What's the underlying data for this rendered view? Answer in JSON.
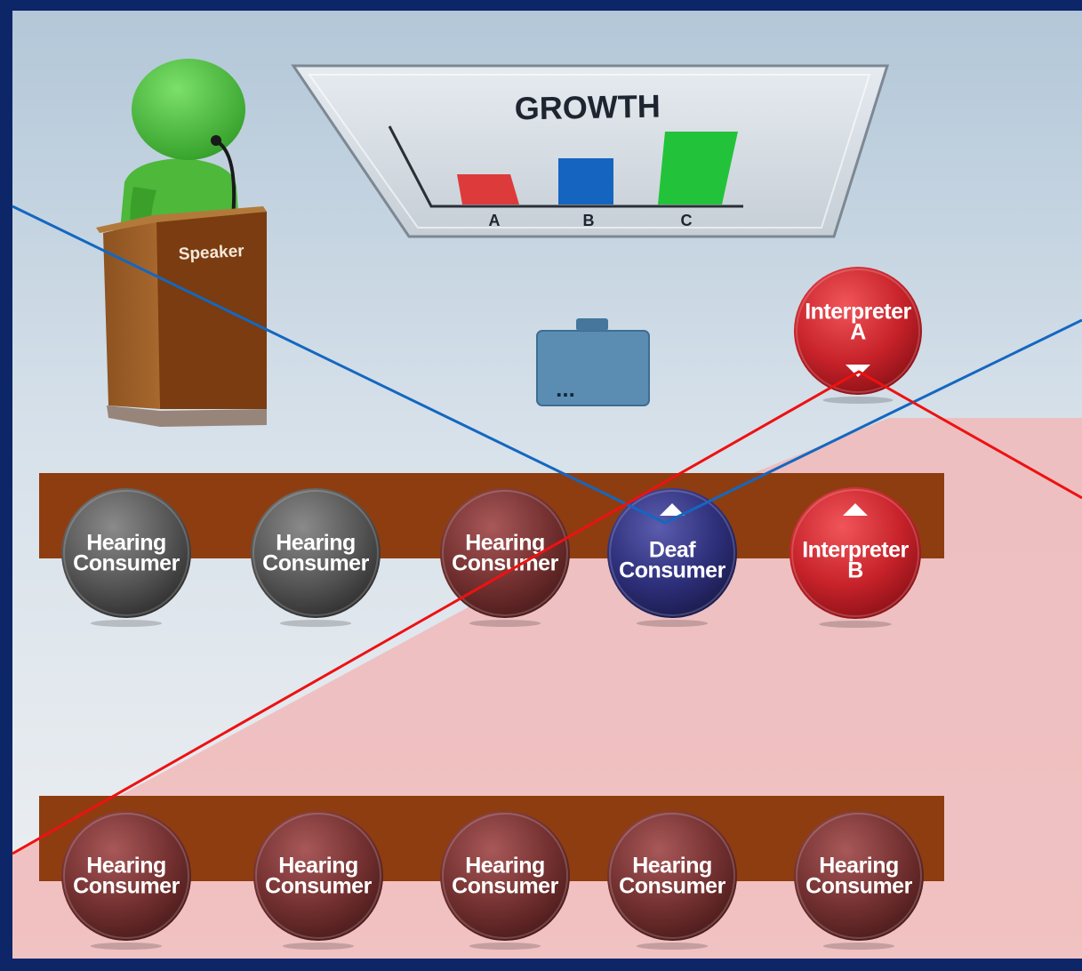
{
  "screen": {
    "title": "GROWTH",
    "chart_categories": [
      "A",
      "B",
      "C"
    ],
    "speaker_label": "Speaker",
    "projector_label": "...",
    "interpreter_a": [
      "Interpreter",
      "A"
    ],
    "interpreter_b": [
      "Interpreter",
      "B"
    ],
    "row1": [
      [
        "Hearing",
        "Consumer"
      ],
      [
        "Hearing",
        "Consumer"
      ],
      [
        "Hearing",
        "Consumer"
      ],
      [
        "Deaf",
        "Consumer"
      ]
    ],
    "row2": [
      [
        "Hearing",
        "Consumer"
      ],
      [
        "Hearing",
        "Consumer"
      ],
      [
        "Hearing",
        "Consumer"
      ],
      [
        "Hearing",
        "Consumer"
      ],
      [
        "Hearing",
        "Consumer"
      ]
    ]
  },
  "colors": {
    "frame": "#0d2668",
    "room_top": "#b8cbdc",
    "room_bottom": "#e9ecef",
    "red_zone": "#f2b7b7",
    "desk": "#8e3d10",
    "gray_circle": "#5a5a5a",
    "maroon_circle": "#7c3030",
    "deaf_circle": "#2e2f7a",
    "interpreter_circle": "#c7222a",
    "blue_line": "#1467c0",
    "red_line": "#ee1111",
    "bar_a": "#dd3b3b",
    "bar_b": "#1565c0",
    "bar_c": "#22c33a"
  },
  "chart_data": {
    "type": "bar",
    "title": "GROWTH",
    "categories": [
      "A",
      "B",
      "C"
    ],
    "series": [
      {
        "values": [
          1,
          1.6,
          2.7
        ]
      }
    ]
  }
}
